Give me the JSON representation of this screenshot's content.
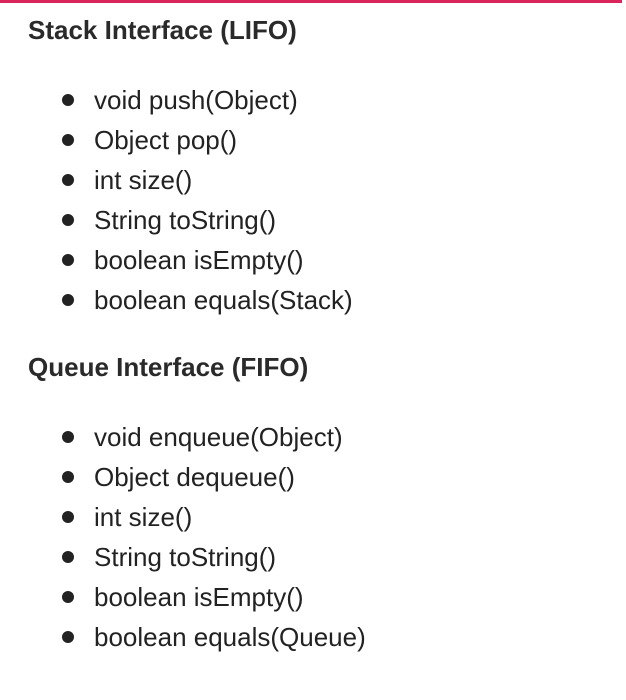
{
  "sections": {
    "stack": {
      "title": "Stack Interface (LIFO)",
      "methods": [
        "void push(Object)",
        "Object pop()",
        "int size()",
        "String toString()",
        "boolean isEmpty()",
        "boolean equals(Stack)"
      ]
    },
    "queue": {
      "title": "Queue Interface (FIFO)",
      "methods": [
        "void enqueue(Object)",
        "Object dequeue()",
        "int size()",
        "String toString()",
        "boolean isEmpty()",
        "boolean equals(Queue)"
      ]
    }
  },
  "colors": {
    "accent_bar": "#d9245c",
    "text": "#222222"
  }
}
